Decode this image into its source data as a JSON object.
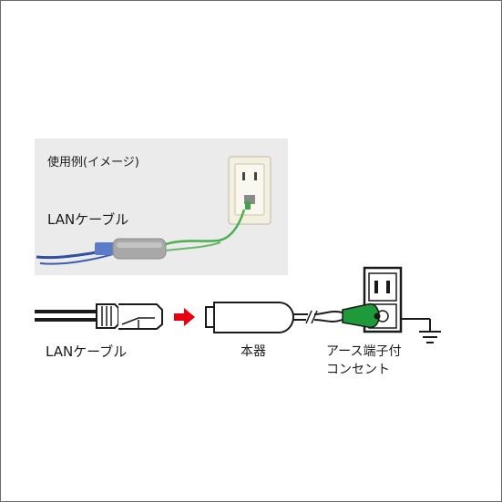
{
  "caption": "使用例(イメージ)",
  "photo_cable_label": "LANケーブル",
  "diagram": {
    "lan_cable_label": "LANケーブル",
    "device_label": "本器",
    "outlet_label_line1": "アース端子付",
    "outlet_label_line2": "コンセント"
  },
  "colors": {
    "frame": "#6b6b6b",
    "panel_background": "#ebebeb",
    "arrow": "#e60012",
    "ground_clip": "#1f9a3a",
    "lan_cable_photo": "#2f4fa0"
  }
}
